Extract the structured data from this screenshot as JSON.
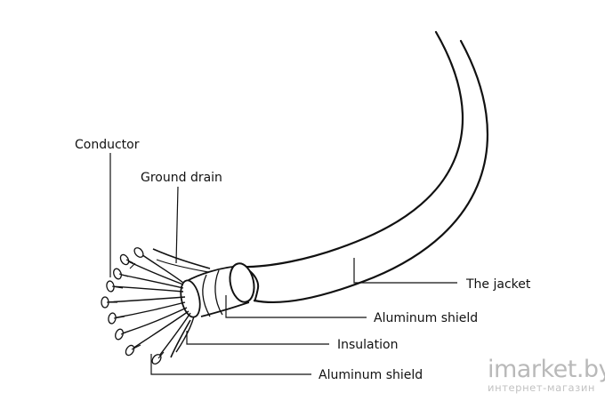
{
  "diagram": {
    "labels": {
      "conductor": "Conductor",
      "ground_drain": "Ground drain",
      "jacket": "The jacket",
      "aluminum_shield_outer": "Aluminum shield",
      "insulation": "Insulation",
      "aluminum_shield_inner": "Aluminum shield"
    },
    "line_color": "#111111",
    "background": "#ffffff"
  },
  "watermark": {
    "brand": "imarket.by",
    "tagline": "интернет-магазин",
    "color": "#b9b9b9"
  }
}
